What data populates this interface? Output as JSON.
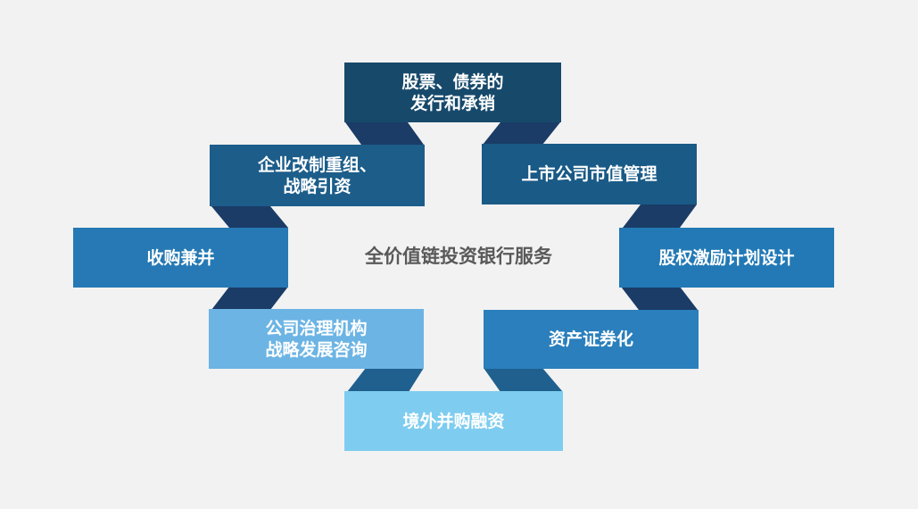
{
  "center_title": "全价值链投资银行服务",
  "services": {
    "top": {
      "line1": "股票、债券的",
      "line2": "发行和承销"
    },
    "upper_right": {
      "line1": "上市公司市值管理",
      "line2": ""
    },
    "right": {
      "line1": "股权激励计划设计",
      "line2": ""
    },
    "lower_right": {
      "line1": "资产证券化",
      "line2": ""
    },
    "bottom": {
      "line1": "境外并购融资",
      "line2": ""
    },
    "lower_left": {
      "line1": "公司治理机构",
      "line2": "战略发展咨询"
    },
    "left": {
      "line1": "收购兼并",
      "line2": ""
    },
    "upper_left": {
      "line1": "企业改制重组、",
      "line2": "战略引资"
    }
  },
  "colors": {
    "background": "#f2f2f2",
    "top": "#17496b",
    "upper_right": "#1a5a87",
    "right": "#2279b5",
    "lower_right": "#2a7fbc",
    "bottom": "#7ecdf0",
    "lower_left": "#6cb4e4",
    "left": "#2679b4",
    "upper_left": "#1c5d8a",
    "connector_dark": "#1a3c66",
    "connector_light": "#20608f"
  }
}
